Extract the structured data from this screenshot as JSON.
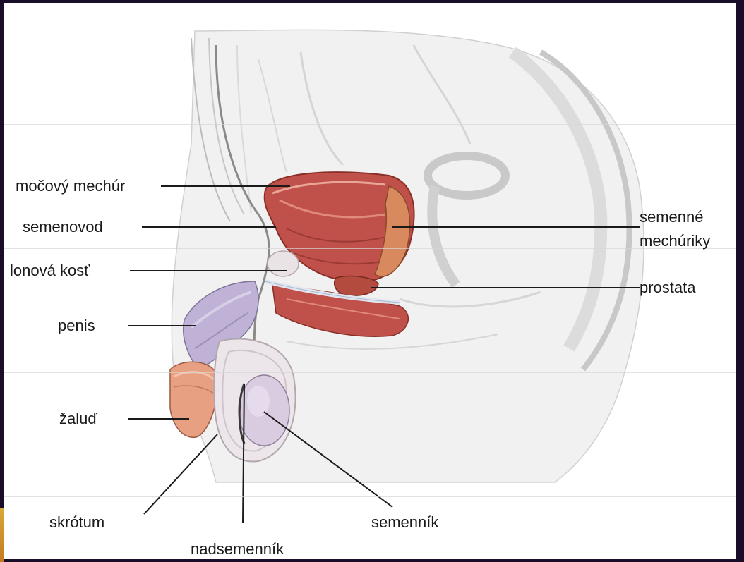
{
  "labels": {
    "bladder": "močový mechúr",
    "vas_deferens": "semenovod",
    "pubic_bone": "lonová kosť",
    "penis": "penis",
    "glans": "žaluď",
    "scrotum": "skrótum",
    "epididymis": "nadsemenník",
    "testis": "semenník",
    "seminal_vesicles_line1": "semenné",
    "seminal_vesicles_line2": "mechúriky",
    "prostate": "prostata"
  },
  "colors": {
    "frame_border": "#1a0d2a",
    "background": "#ffffff",
    "muscle": "#c0504a",
    "muscle_dark": "#9b3a33",
    "muscle_light": "#e08a7a",
    "sketch": "#cfcfcf",
    "testis": "#d9cbe0",
    "penis_shaft": "#bfb2d6",
    "glans": "#e7a081",
    "leader_line": "#1a1a1a"
  }
}
